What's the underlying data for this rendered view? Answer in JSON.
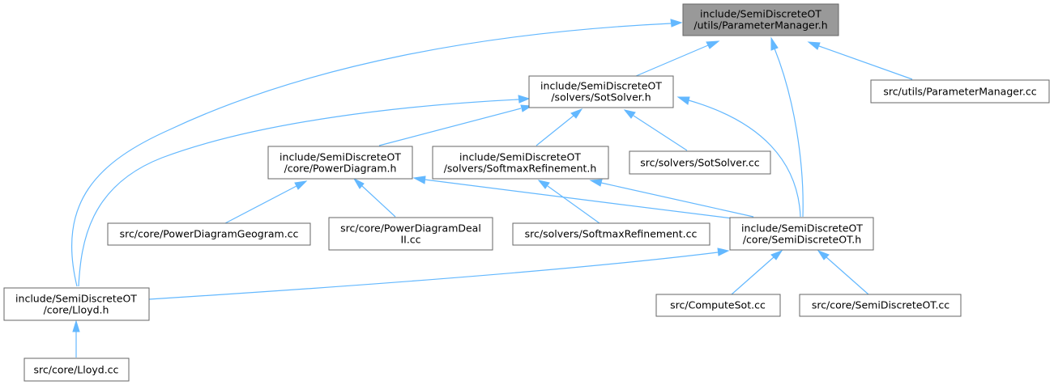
{
  "nodes": {
    "param_h": {
      "lines": [
        "include/SemiDiscreteOT",
        "/utils/ParameterManager.h"
      ]
    },
    "sot_h": {
      "lines": [
        "include/SemiDiscreteOT",
        "/solvers/SotSolver.h"
      ]
    },
    "param_cc": {
      "lines": [
        "src/utils/ParameterManager.cc"
      ]
    },
    "pd_h": {
      "lines": [
        "include/SemiDiscreteOT",
        "/core/PowerDiagram.h"
      ]
    },
    "smr_h": {
      "lines": [
        "include/SemiDiscreteOT",
        "/solvers/SoftmaxRefinement.h"
      ]
    },
    "sot_cc": {
      "lines": [
        "src/solvers/SotSolver.cc"
      ]
    },
    "pdg_cc": {
      "lines": [
        "src/core/PowerDiagramGeogram.cc"
      ]
    },
    "pdd_cc": {
      "lines": [
        "src/core/PowerDiagramDeal",
        "II.cc"
      ]
    },
    "smr_cc": {
      "lines": [
        "src/solvers/SoftmaxRefinement.cc"
      ]
    },
    "sdot_h": {
      "lines": [
        "include/SemiDiscreteOT",
        "/core/SemiDiscreteOT.h"
      ]
    },
    "lloyd_h": {
      "lines": [
        "include/SemiDiscreteOT",
        "/core/Lloyd.h"
      ]
    },
    "csot_cc": {
      "lines": [
        "src/ComputeSot.cc"
      ]
    },
    "sdot_cc": {
      "lines": [
        "src/core/SemiDiscreteOT.cc"
      ]
    },
    "lloyd_cc": {
      "lines": [
        "src/core/Lloyd.cc"
      ]
    }
  },
  "colors": {
    "edge": "#63b8ff",
    "root_fill": "#999999",
    "node_border": "#666666"
  }
}
